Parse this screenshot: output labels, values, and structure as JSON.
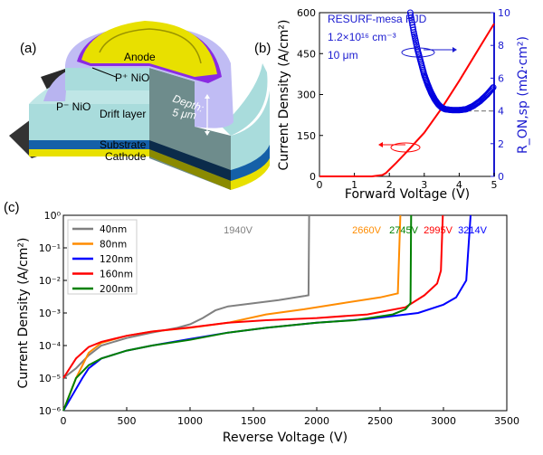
{
  "panel_labels": {
    "a": "(a)",
    "b": "(b)",
    "c": "(c)"
  },
  "device_diagram": {
    "labels": {
      "anode": "Anode",
      "p_plus_nio": "P⁺ NiO",
      "p_minus_nio": "P⁻ NiO",
      "drift_layer": "Drift layer",
      "depth_line1": "Depth:",
      "depth_line2": "5 μm",
      "substrate": "Substrate",
      "cathode": "Cathode"
    },
    "colors": {
      "anode": "#e8e000",
      "p_plus_nio": "#8a2be2",
      "p_minus_nio": "#b8b4f0",
      "drift": "#a9dcdc",
      "substrate": "#1560a8",
      "cathode": "#e8e000",
      "cut_face": "#6e8c8c"
    }
  },
  "chart_data": [
    {
      "id": "b",
      "type": "line",
      "xlabel": "Forward Voltage (V)",
      "ylabel": "Current Density (A/cm²)",
      "y2label": "R_ON,sp (mΩ·cm²)",
      "xlim": [
        0,
        5
      ],
      "ylim": [
        0,
        600
      ],
      "y2lim": [
        0,
        10
      ],
      "xticks": [
        "0",
        "1",
        "2",
        "3",
        "4",
        "5"
      ],
      "yticks": [
        "0",
        "150",
        "300",
        "450",
        "600"
      ],
      "y2ticks": [
        "0",
        "2",
        "4",
        "6",
        "8",
        "10"
      ],
      "annotation_lines": [
        "RESURF-mesa HJD",
        "1.2×10¹⁶ cm⁻³",
        "10 μm"
      ],
      "series": [
        {
          "name": "Current Density",
          "axis": "left",
          "color": "#ff0000",
          "x": [
            0,
            1.5,
            1.8,
            1.9,
            2.0,
            2.2,
            2.5,
            3.0,
            3.5,
            4.0,
            4.5,
            5.0
          ],
          "y": [
            0,
            0,
            5,
            12,
            25,
            50,
            90,
            160,
            250,
            350,
            455,
            560
          ]
        },
        {
          "name": "R_ON,sp",
          "axis": "right",
          "color": "#0000e0",
          "marker": "circle",
          "x": [
            2.6,
            2.7,
            2.8,
            2.9,
            3.0,
            3.1,
            3.2,
            3.3,
            3.4,
            3.5,
            3.6,
            3.8,
            4.0,
            4.2,
            4.4,
            4.6,
            4.8,
            5.0
          ],
          "y": [
            10,
            8.8,
            7.8,
            7.0,
            6.2,
            5.6,
            5.1,
            4.7,
            4.4,
            4.2,
            4.1,
            4.05,
            4.05,
            4.1,
            4.3,
            4.6,
            5.0,
            5.5
          ]
        }
      ],
      "reference_line": {
        "y2": 4,
        "x_from": 3.6,
        "x_to": 5,
        "style": "dashed",
        "color": "#888888"
      }
    },
    {
      "id": "c",
      "type": "line",
      "xlabel": "Reverse Voltage (V)",
      "ylabel": "Current Density (A/cm²)",
      "xlim": [
        0,
        3500
      ],
      "ylim": [
        1e-06,
        1
      ],
      "yscale": "log",
      "xticks": [
        "0",
        "500",
        "1000",
        "1500",
        "2000",
        "2500",
        "3000",
        "3500"
      ],
      "yticks": [
        "10⁻⁶",
        "10⁻⁵",
        "10⁻⁴",
        "10⁻³",
        "10⁻²",
        "10⁻¹",
        "10⁰"
      ],
      "legend_position": "top-left",
      "series": [
        {
          "name": "40nm",
          "color": "#808080",
          "breakdown_label": "1940V",
          "x": [
            0,
            100,
            200,
            300,
            500,
            700,
            900,
            1000,
            1100,
            1200,
            1300,
            1500,
            1700,
            1900,
            1935,
            1940
          ],
          "y": [
            1e-05,
            2e-05,
            5e-05,
            0.0001,
            0.00017,
            0.00025,
            0.00035,
            0.00045,
            0.0007,
            0.0012,
            0.0016,
            0.002,
            0.0025,
            0.0033,
            0.0035,
            1
          ]
        },
        {
          "name": "80nm",
          "color": "#ff8c00",
          "breakdown_label": "2660V",
          "x": [
            0,
            100,
            200,
            300,
            500,
            700,
            1000,
            1300,
            1600,
            1900,
            2200,
            2500,
            2640,
            2660
          ],
          "y": [
            1e-06,
            1e-05,
            6e-05,
            0.00012,
            0.0002,
            0.00027,
            0.00035,
            0.0005,
            0.0009,
            0.0013,
            0.002,
            0.003,
            0.004,
            1
          ]
        },
        {
          "name": "120nm",
          "color": "#0000ff",
          "breakdown_label": "3214V",
          "x": [
            0,
            150,
            200,
            300,
            500,
            700,
            1000,
            1300,
            1600,
            2000,
            2400,
            2800,
            3000,
            3100,
            3180,
            3214
          ],
          "y": [
            1e-06,
            1e-05,
            2e-05,
            4e-05,
            7e-05,
            0.0001,
            0.00016,
            0.00025,
            0.00035,
            0.0005,
            0.00065,
            0.001,
            0.0018,
            0.003,
            0.01,
            1
          ]
        },
        {
          "name": "160nm",
          "color": "#ff0000",
          "breakdown_label": "2995V",
          "x": [
            0,
            50,
            100,
            200,
            300,
            500,
            700,
            1000,
            1300,
            1600,
            2000,
            2400,
            2700,
            2850,
            2950,
            2980,
            2995
          ],
          "y": [
            1e-05,
            2e-05,
            4e-05,
            9e-05,
            0.00013,
            0.0002,
            0.00027,
            0.00036,
            0.0005,
            0.0006,
            0.0007,
            0.0009,
            0.0015,
            0.0035,
            0.008,
            0.02,
            1
          ]
        },
        {
          "name": "200nm",
          "color": "#008000",
          "breakdown_label": "2745V",
          "x": [
            0,
            100,
            200,
            300,
            500,
            700,
            1000,
            1300,
            1600,
            2000,
            2300,
            2600,
            2700,
            2740,
            2745
          ],
          "y": [
            1e-06,
            1e-05,
            2.5e-05,
            4e-05,
            7e-05,
            0.0001,
            0.00015,
            0.00025,
            0.00035,
            0.0005,
            0.0006,
            0.0009,
            0.0013,
            0.002,
            1
          ]
        }
      ]
    }
  ]
}
